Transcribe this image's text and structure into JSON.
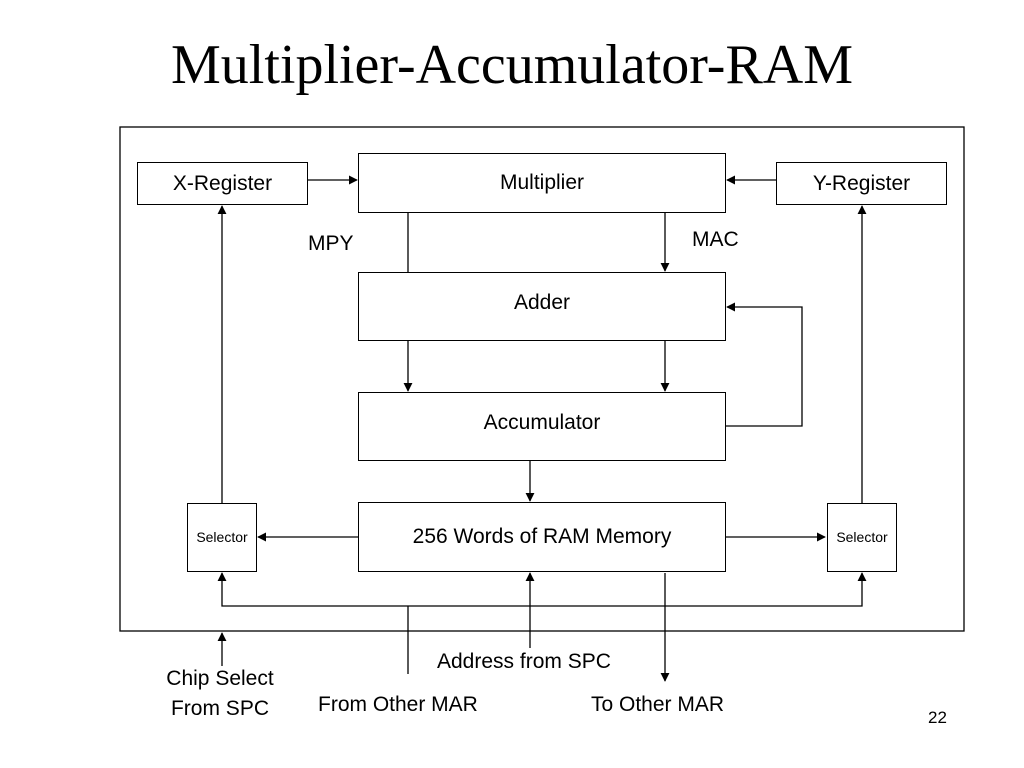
{
  "slide": {
    "title": "Multiplier-Accumulator-RAM",
    "page_number": "22"
  },
  "blocks": {
    "x_register": "X-Register",
    "y_register": "Y-Register",
    "multiplier": "Multiplier",
    "adder": "Adder",
    "accumulator": "Accumulator",
    "ram": "256 Words of RAM Memory",
    "selector_left": "Selector",
    "selector_right": "Selector"
  },
  "labels": {
    "mpy": "MPY",
    "mac": "MAC",
    "chip_select_line1": "Chip Select",
    "chip_select_line2": "From SPC",
    "from_other_mar": "From Other MAR",
    "address_from_spc": "Address from SPC",
    "to_other_mar": "To Other MAR"
  }
}
